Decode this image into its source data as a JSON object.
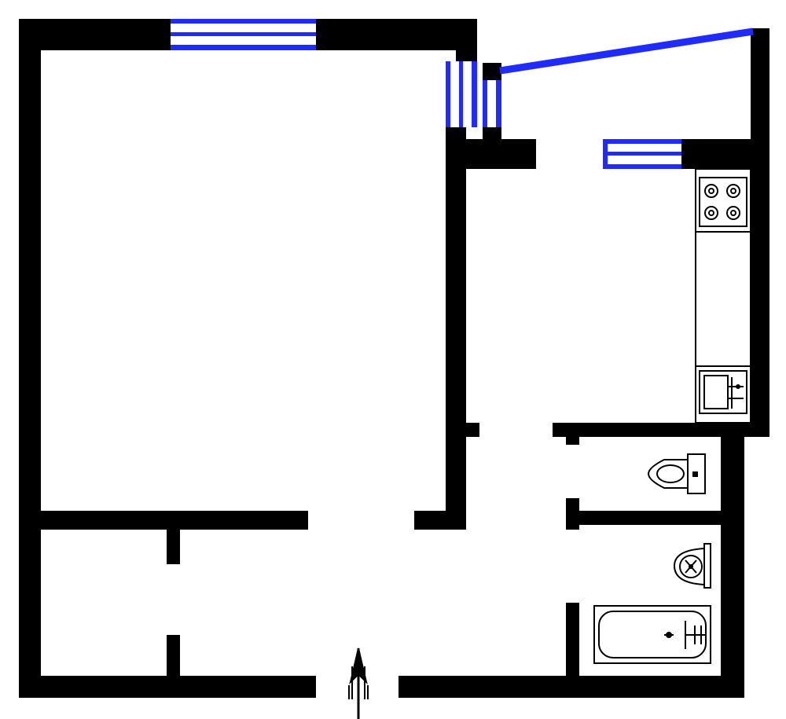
{
  "diagram": {
    "kind": "apartment floor plan",
    "colors": {
      "wall": "#000000",
      "window": "#1f2bff",
      "fixture_line": "#000000",
      "background": "#ffffff"
    },
    "rooms": [
      "living-room",
      "kitchen",
      "hallway",
      "toilet",
      "bathroom",
      "balcony",
      "closet"
    ],
    "fixtures": [
      "stove-icon",
      "kitchen-sink-icon",
      "toilet-icon",
      "washbasin-icon",
      "bathtub-icon",
      "entrance-arrow-icon"
    ]
  }
}
